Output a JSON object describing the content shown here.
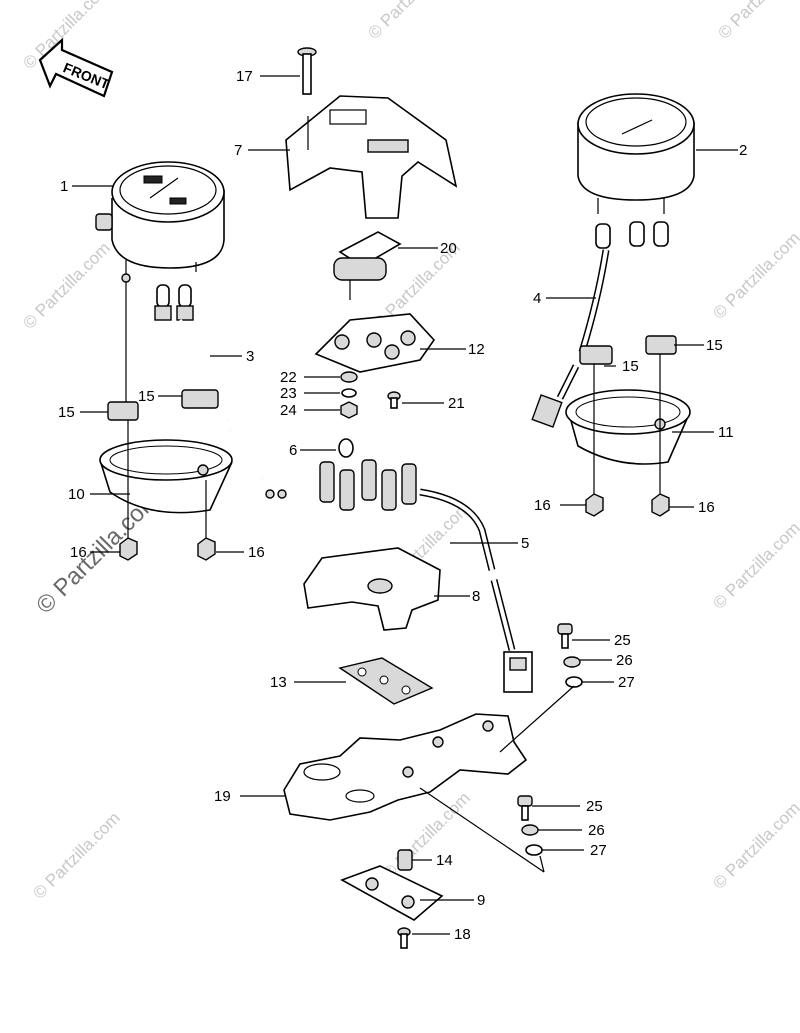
{
  "diagram": {
    "front_arrow_label": "FRONT",
    "watermark_small": "© Partzilla.com",
    "watermark_large": "© Partzilla.com",
    "part_labels": [
      {
        "id": "p1",
        "text": "1"
      },
      {
        "id": "p2",
        "text": "2"
      },
      {
        "id": "p3",
        "text": "3"
      },
      {
        "id": "p4",
        "text": "4"
      },
      {
        "id": "p5",
        "text": "5"
      },
      {
        "id": "p6",
        "text": "6"
      },
      {
        "id": "p7",
        "text": "7"
      },
      {
        "id": "p8",
        "text": "8"
      },
      {
        "id": "p9",
        "text": "9"
      },
      {
        "id": "p10",
        "text": "10"
      },
      {
        "id": "p11",
        "text": "11"
      },
      {
        "id": "p12",
        "text": "12"
      },
      {
        "id": "p13",
        "text": "13"
      },
      {
        "id": "p14",
        "text": "14"
      },
      {
        "id": "p15a",
        "text": "15"
      },
      {
        "id": "p15b",
        "text": "15"
      },
      {
        "id": "p15c",
        "text": "15"
      },
      {
        "id": "p15d",
        "text": "15"
      },
      {
        "id": "p16a",
        "text": "16"
      },
      {
        "id": "p16b",
        "text": "16"
      },
      {
        "id": "p16c",
        "text": "16"
      },
      {
        "id": "p16d",
        "text": "16"
      },
      {
        "id": "p17",
        "text": "17"
      },
      {
        "id": "p18",
        "text": "18"
      },
      {
        "id": "p19",
        "text": "19"
      },
      {
        "id": "p20",
        "text": "20"
      },
      {
        "id": "p21",
        "text": "21"
      },
      {
        "id": "p22",
        "text": "22"
      },
      {
        "id": "p23",
        "text": "23"
      },
      {
        "id": "p24",
        "text": "24"
      },
      {
        "id": "p25a",
        "text": "25"
      },
      {
        "id": "p25b",
        "text": "25"
      },
      {
        "id": "p26a",
        "text": "26"
      },
      {
        "id": "p26b",
        "text": "26"
      },
      {
        "id": "p27a",
        "text": "27"
      },
      {
        "id": "p27b",
        "text": "27"
      }
    ]
  }
}
